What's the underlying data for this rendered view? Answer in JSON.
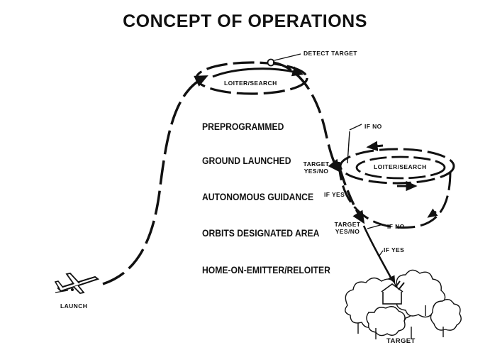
{
  "title": "CONCEPT OF OPERATIONS",
  "phases": [
    "PREPROGRAMMED",
    "GROUND LAUNCHED",
    "AUTONOMOUS GUIDANCE",
    "ORBITS DESIGNATED AREA",
    "HOME-ON-EMITTER/RELOITER"
  ],
  "labels": {
    "detect_target": "DETECT TARGET",
    "loiter_search_top": "LOITER/SEARCH",
    "loiter_search_right": "LOITER/SEARCH",
    "if_no_top": "IF NO",
    "target_yes_no_1a": "TARGET",
    "target_yes_no_1b": "YES/NO",
    "if_yes_1": "IF YES",
    "target_yes_no_2a": "TARGET",
    "target_yes_no_2b": "YES/NO",
    "if_no_2": "IF NO",
    "if_yes_2": "IF YES",
    "launch": "LAUNCH",
    "target": "TARGET"
  },
  "colors": {
    "ink": "#111111",
    "background": "#ffffff"
  }
}
